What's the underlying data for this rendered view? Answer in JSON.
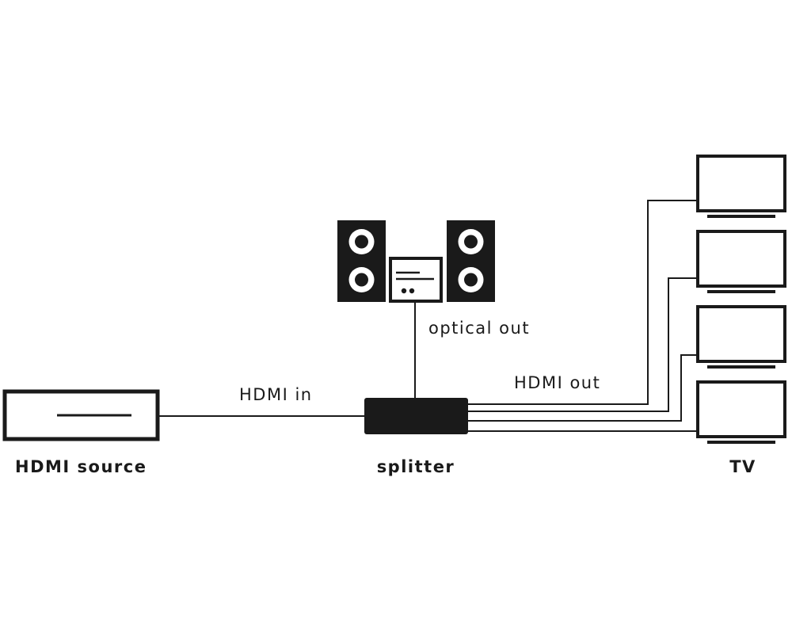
{
  "labels": {
    "source": "HDMI source",
    "splitter": "splitter",
    "tv": "TV",
    "hdmi_in": "HDMI in",
    "hdmi_out": "HDMI out",
    "optical_out": "optical out"
  },
  "colors": {
    "stroke": "#1a1a1a",
    "background": "#ffffff"
  },
  "tv_count": 4
}
